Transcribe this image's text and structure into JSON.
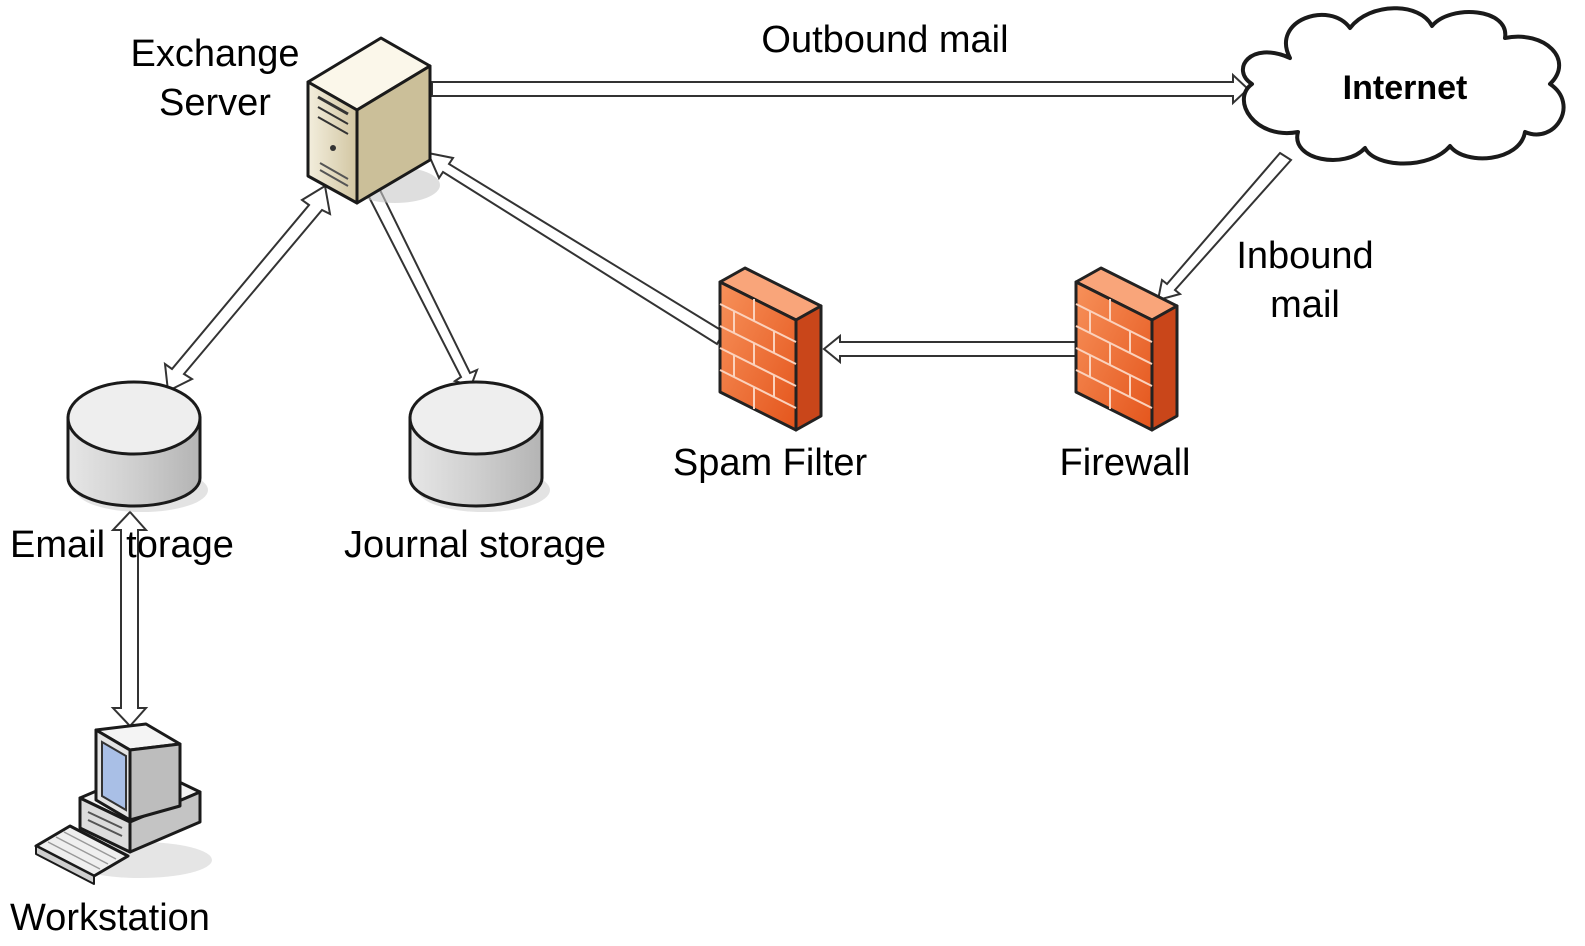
{
  "diagram": {
    "nodes": {
      "exchange_server": {
        "label_line1": "Exchange",
        "label_line2": "Server",
        "icon": "server-icon"
      },
      "internet": {
        "label": "Internet",
        "icon": "cloud-icon"
      },
      "firewall": {
        "label": "Firewall",
        "icon": "brick-wall-icon"
      },
      "spam_filter": {
        "label": "Spam Filter",
        "icon": "brick-wall-icon"
      },
      "email_storage": {
        "label": "Email  torage",
        "icon": "database-icon"
      },
      "journal_storage": {
        "label": "Journal storage",
        "icon": "database-icon"
      },
      "workstation": {
        "label": "Workstation",
        "icon": "desktop-computer-icon"
      }
    },
    "edge_labels": {
      "outbound": "Outbound mail",
      "inbound_line1": "Inbound",
      "inbound_line2": "mail"
    },
    "edges": [
      {
        "from": "exchange_server",
        "to": "internet",
        "direction": "one-way"
      },
      {
        "from": "internet",
        "to": "firewall",
        "direction": "one-way"
      },
      {
        "from": "firewall",
        "to": "spam_filter",
        "direction": "one-way"
      },
      {
        "from": "spam_filter",
        "to": "exchange_server",
        "direction": "one-way"
      },
      {
        "from": "exchange_server",
        "to": "email_storage",
        "direction": "two-way"
      },
      {
        "from": "exchange_server",
        "to": "journal_storage",
        "direction": "one-way"
      },
      {
        "from": "email_storage",
        "to": "workstation",
        "direction": "two-way"
      }
    ],
    "colors": {
      "firewall_orange": "#f26a2c",
      "server_beige": "#e8dfc3",
      "storage_gray": "#d9d9d9"
    }
  }
}
